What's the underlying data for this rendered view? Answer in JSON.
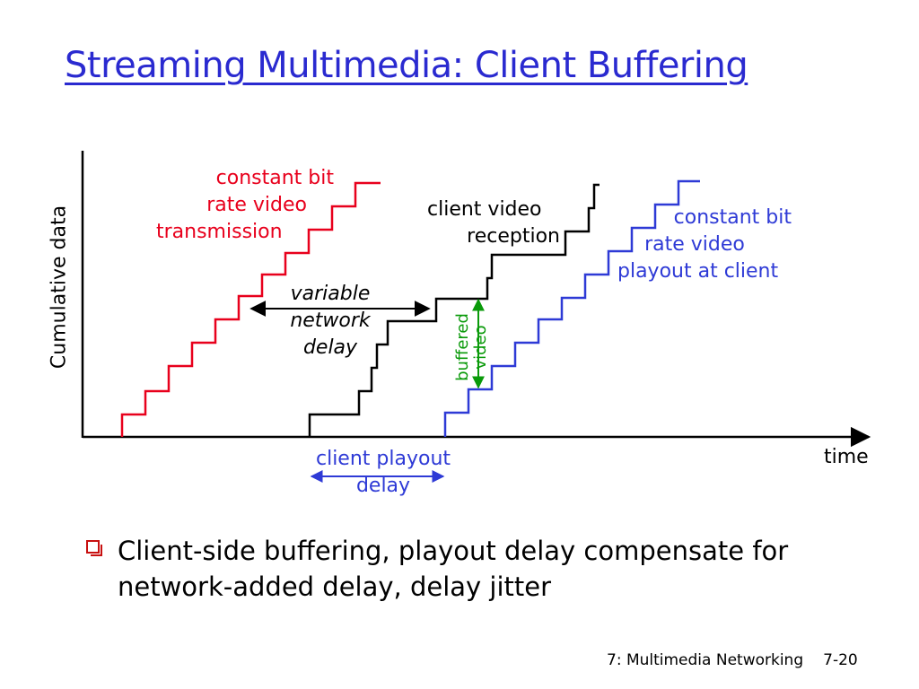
{
  "title": "Streaming Multimedia:  Client Buffering",
  "diagram": {
    "y_axis_label": "Cumulative data",
    "x_axis_label": "time",
    "labels": {
      "cbr_transmission": [
        "constant bit",
        "rate video",
        "transmission"
      ],
      "client_reception": [
        "client video",
        "reception"
      ],
      "cbr_playout": [
        "constant bit",
        "rate video",
        "playout at client"
      ],
      "variable_delay": [
        "variable",
        "network",
        "delay"
      ],
      "buffered_video": [
        "buffered",
        "video"
      ],
      "playout_delay": [
        "client playout",
        "delay"
      ]
    },
    "colors": {
      "transmission": "#e8001c",
      "reception": "#000000",
      "playout": "#2e3ad6",
      "buffered": "#0a9a0a"
    }
  },
  "bullet": {
    "icon": "hollow-square-bullet-icon",
    "text": "Client-side buffering, playout delay compensate for network-added delay, delay jitter"
  },
  "footer": {
    "section": "7: Multimedia Networking",
    "page": "7-20"
  }
}
